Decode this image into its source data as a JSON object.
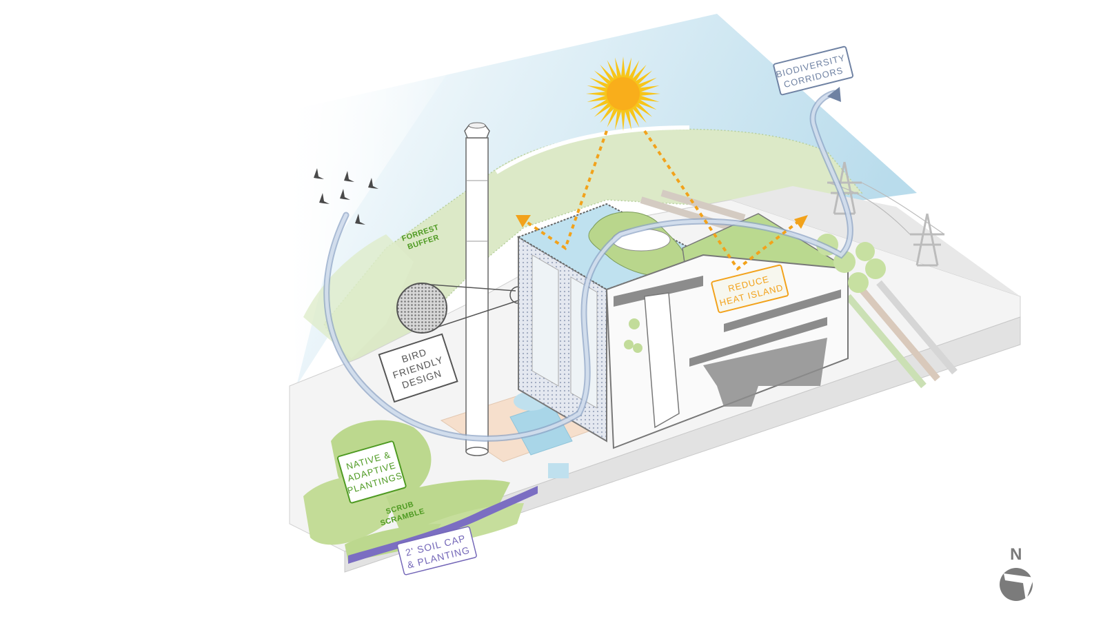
{
  "diagram": {
    "type": "axonometric sustainability site diagram",
    "colors": {
      "sky": "#cfe7f1",
      "water": "#a9d6e8",
      "forest": "#dbe9c4",
      "planting": "#b9d68c",
      "label_green": "#4e9a22",
      "label_orange": "#f2a21b",
      "label_slate": "#6f82a3",
      "label_gray": "#555555",
      "label_purple": "#7467b8",
      "soil_cap": "#7b6ec2",
      "sun_rays": "#f7c51a",
      "sun_core": "#f9ae1b",
      "corridor": "#b7c7dd",
      "building_gray": "#8c8c8c",
      "paving": "#f6dfcc",
      "north": "#7b7b7b"
    },
    "labels": {
      "biodiversity": [
        "BIODIVERSITY",
        "CORRIDORS"
      ],
      "forrest_buffer": [
        "FORREST",
        "BUFFER"
      ],
      "bird_friendly": [
        "BIRD",
        "FRIENDLY",
        "DESIGN"
      ],
      "heat_island": [
        "REDUCE",
        "HEAT ISLAND"
      ],
      "native_plantings": [
        "NATIVE &",
        "ADAPTIVE",
        "PLANTINGS"
      ],
      "scrub_scramble": [
        "SCRUB",
        "SCRAMBLE"
      ],
      "soil_cap": [
        "2' SOIL CAP",
        "& PLANTING"
      ]
    },
    "north_arrow": {
      "letter": "N"
    },
    "icons": {
      "sun": "sun-icon",
      "birds": "bird-flock-icon",
      "pylons": "transmission-tower-icon",
      "north": "north-arrow-icon"
    }
  }
}
